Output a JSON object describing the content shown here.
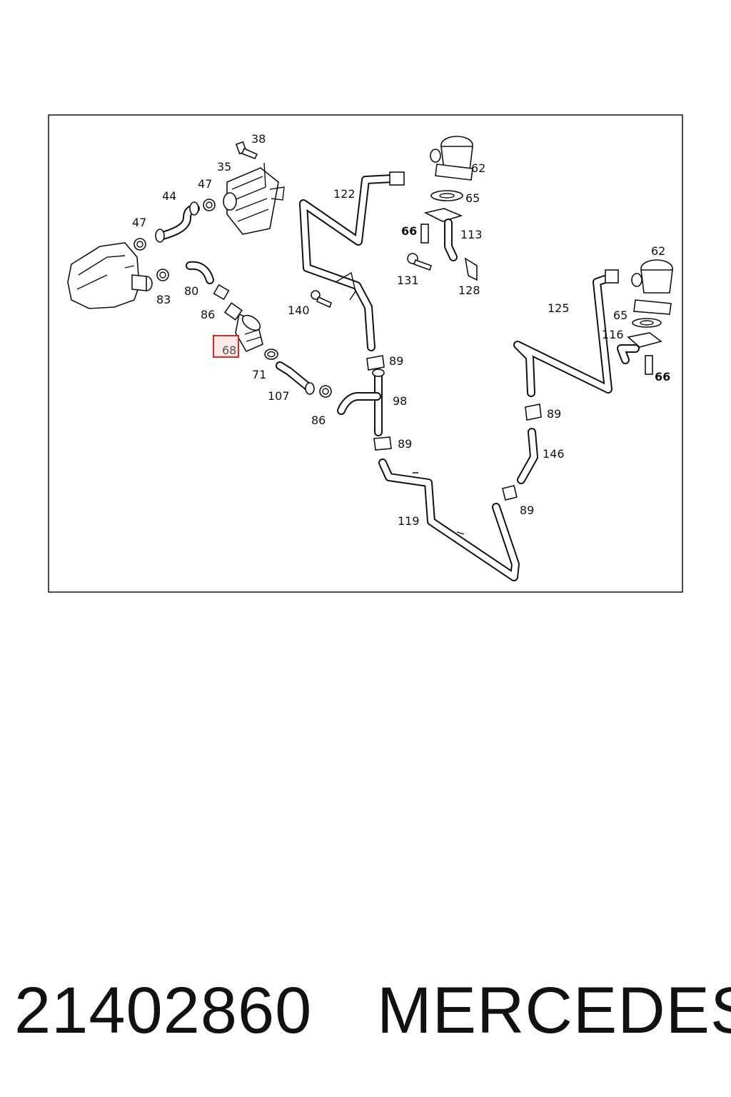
{
  "diagram": {
    "callouts": [
      "38",
      "35",
      "47",
      "44",
      "47",
      "83",
      "80",
      "86",
      "68",
      "71",
      "107",
      "86",
      "122",
      "66",
      "131",
      "62",
      "65",
      "113",
      "128",
      "140",
      "89",
      "98",
      "89",
      "119",
      "62",
      "125",
      "65",
      "116",
      "66",
      "89",
      "146",
      "89"
    ],
    "highlighted_callout": "68"
  },
  "footer": {
    "part_number": "21402860",
    "brand": "MERCEDES"
  }
}
